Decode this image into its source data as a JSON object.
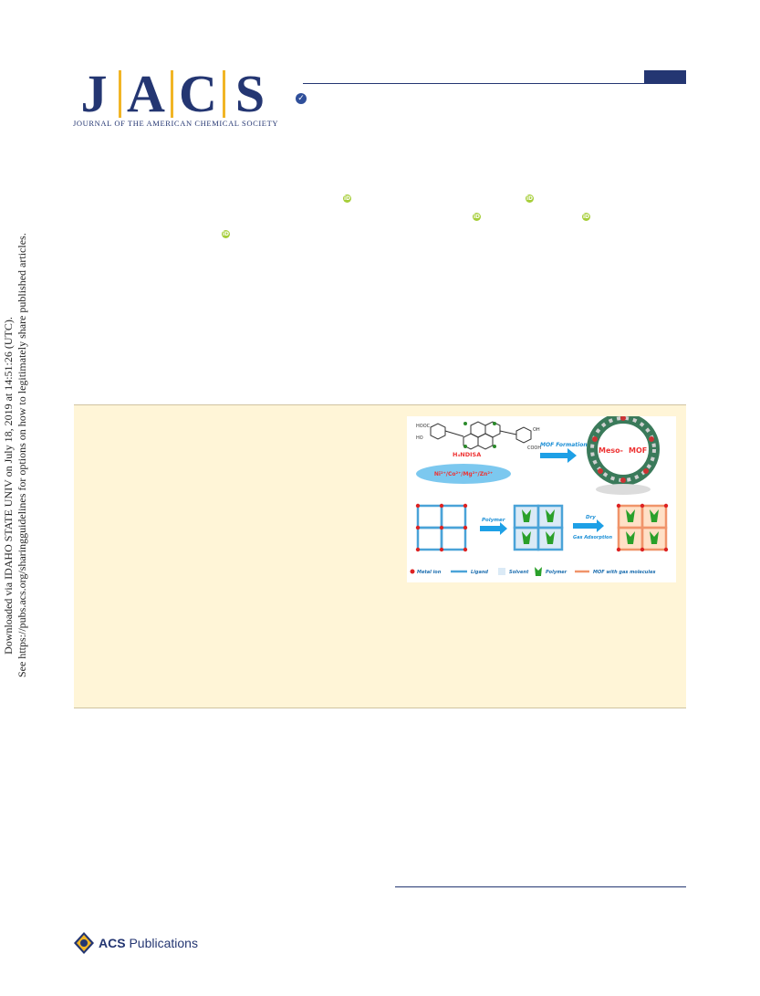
{
  "journal": {
    "letters": [
      "J",
      "A",
      "C",
      "S"
    ],
    "full_name": "JOURNAL OF THE AMERICAN CHEMICAL SOCIETY",
    "brand_color": "#243672",
    "accent_color": "#f1b526"
  },
  "side_note": {
    "line1": "Downloaded via IDAHO STATE UNIV on July 18, 2019 at 14:51:26 (UTC).",
    "line2": "See https://pubs.acs.org/sharingguidelines for options on how to legitimately share published articles."
  },
  "toc": {
    "hooc": "HOOC",
    "ho": "HO",
    "oh": "OH",
    "cooh": "COOH",
    "ligand_name": "H₄NDISA",
    "metals": "Ni²⁺/Co²⁺/Mg²⁺/Zn²⁺",
    "mof_formation": "MOF Formation",
    "meso": "Meso-",
    "mof": "MOF",
    "polymer_step": "Polymer",
    "dry_step": "Dry",
    "gas_adsorption": "Gas Adsorption",
    "legend": {
      "metal_ion": "Metal ion",
      "ligand": "Ligand",
      "solvent": "Solvent",
      "polymer": "Polymer",
      "mof_gas": "MOF with gas molecules"
    }
  },
  "publisher": {
    "acs": "ACS",
    "publications": "Publications"
  }
}
